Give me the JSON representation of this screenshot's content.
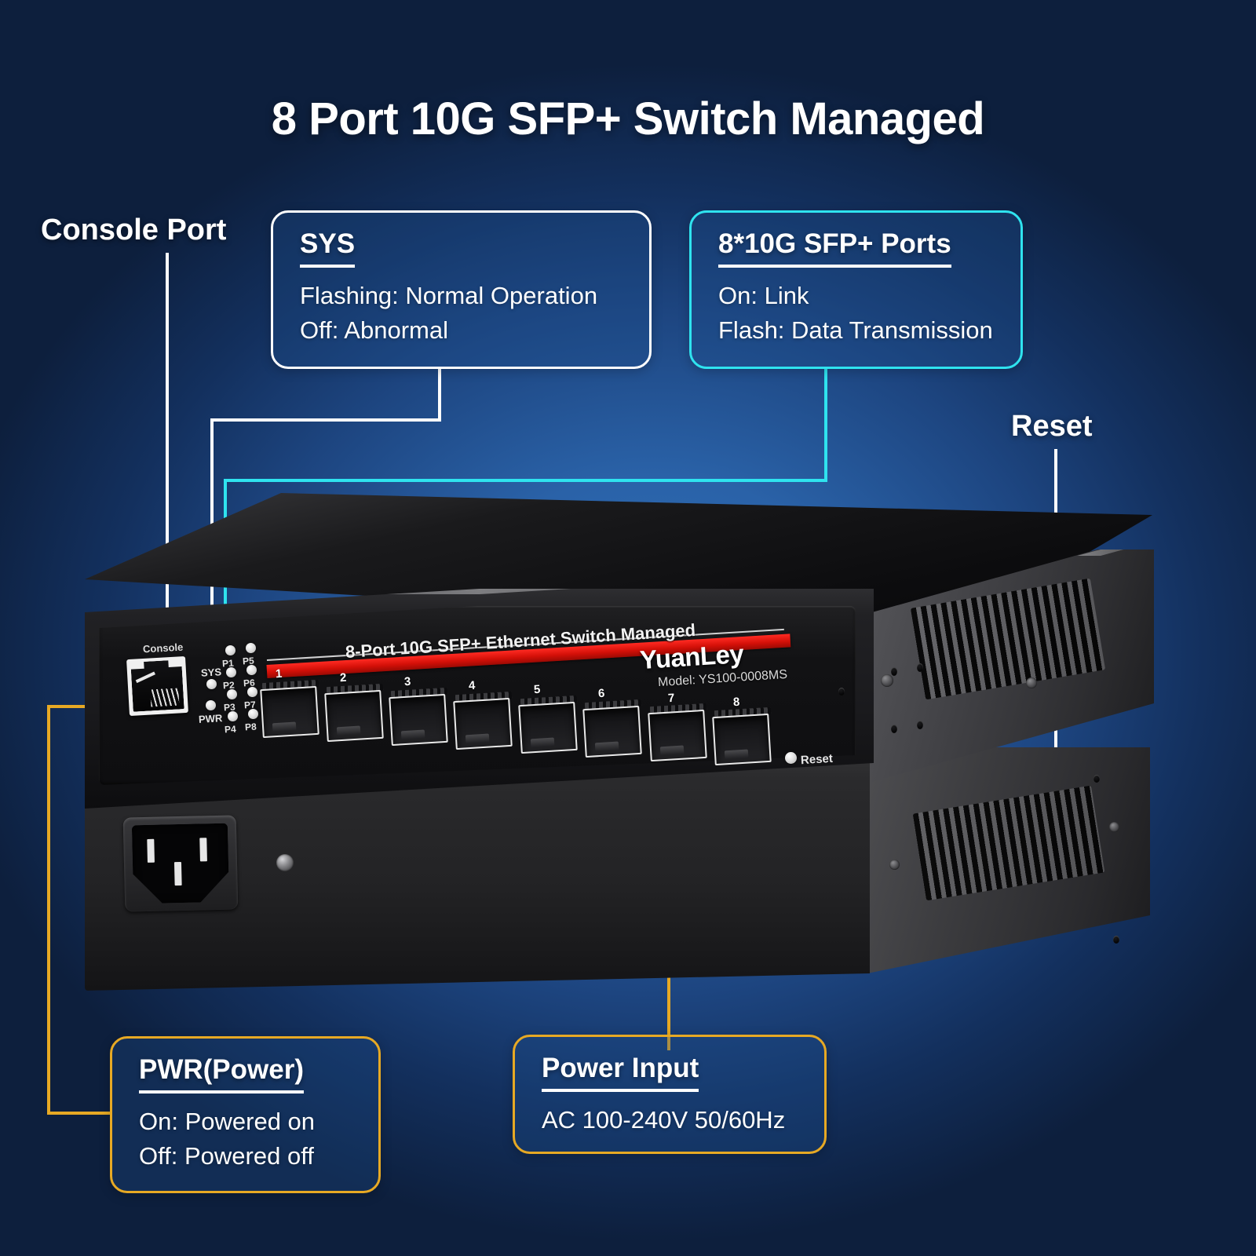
{
  "page": {
    "title": "8 Port 10G SFP+ Switch Managed",
    "background_dark": "#0e1d35",
    "background_mid": "#2a62a8"
  },
  "labels": {
    "console_port": "Console Port",
    "reset": "Reset"
  },
  "callouts": [
    {
      "id": "sys",
      "heading": "SYS",
      "line1": "Flashing: Normal Operation",
      "line2": "Off: Abnormal",
      "border_color": "#ffffff"
    },
    {
      "id": "sfp-ports",
      "heading": "8*10G SFP+ Ports",
      "line1": "On: Link",
      "line2": "Flash: Data Transmission",
      "border_color": "#2fe3ef"
    },
    {
      "id": "pwr",
      "heading": "PWR(Power)",
      "line1": "On: Powered on",
      "line2": "Off: Powered off",
      "border_color": "#e7a924"
    },
    {
      "id": "power-input",
      "heading": "Power Input",
      "line1": "AC 100-240V 50/60Hz",
      "line2": "",
      "border_color": "#e7a924"
    }
  ],
  "device": {
    "brand": "YuanLey",
    "model": "Model: YS100-0008MS",
    "front_silkscreen": "8-Port 10G SFP+ Ethernet Switch Managed",
    "console_label": "Console",
    "reset_label": "Reset",
    "ac_label": "AC 100-240V 50/60Hz",
    "led_sys": "SYS",
    "led_pwr": "PWR",
    "port_leds_left": [
      "P1",
      "P2",
      "P3",
      "P4"
    ],
    "port_leds_right": [
      "P5",
      "P6",
      "P7",
      "P8"
    ],
    "port_numbers": [
      "1",
      "2",
      "3",
      "4",
      "5",
      "6",
      "7",
      "8"
    ]
  }
}
